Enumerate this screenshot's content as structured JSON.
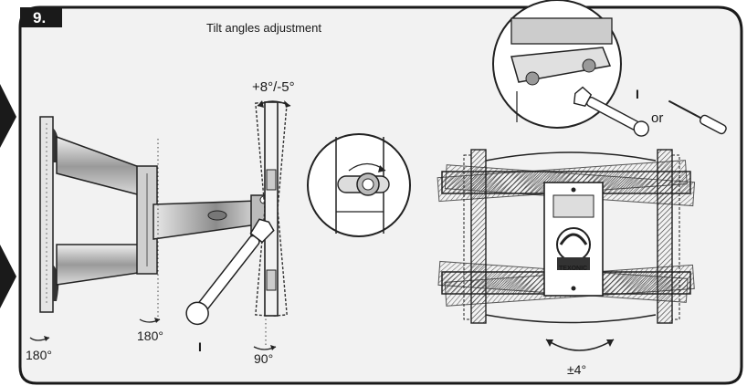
{
  "step": {
    "number": "9."
  },
  "title": "Tilt angles adjustment",
  "labels": {
    "tilt_range": "+8°/-5°",
    "swivel_wall": "180°",
    "swivel_elbow": "180°",
    "swivel_plate": "90°",
    "rotation": "±4°",
    "tool_or": "or",
    "callout_wrench": "I",
    "callout_wrench_detail": "I"
  },
  "brand_plate": "TEXONIC",
  "colors": {
    "frame_border": "#1a1a1a",
    "step_badge": "#1a1a1a",
    "panel_background": "#f2f2f2",
    "line_art": "#222222"
  },
  "icons": [
    "wrench-icon",
    "screwdriver-icon",
    "rotation-arrow-icon"
  ]
}
